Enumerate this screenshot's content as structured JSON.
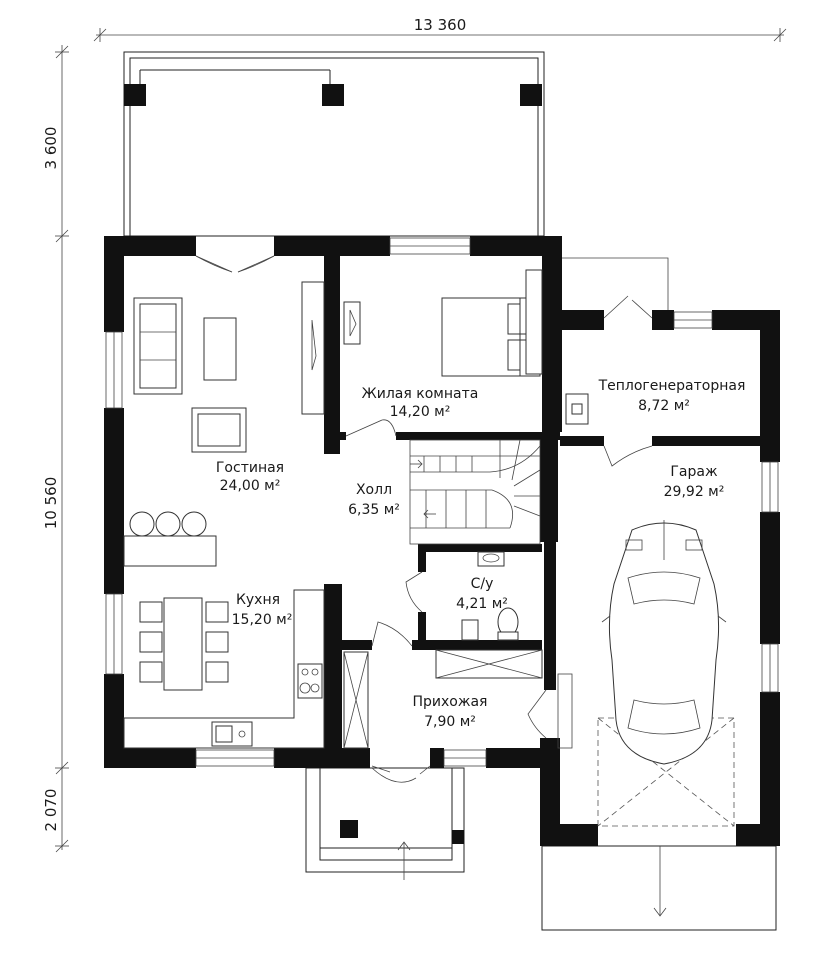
{
  "dimensions": {
    "top": "13 360",
    "left_top": "3 600",
    "left_middle": "10 560",
    "left_bottom": "2 070"
  },
  "rooms": [
    {
      "id": "living",
      "name": "Гостиная",
      "area": "24,00 м²"
    },
    {
      "id": "bedroom",
      "name": "Жилая комната",
      "area": "14,20 м²"
    },
    {
      "id": "boiler",
      "name": "Теплогенераторная",
      "area": "8,72 м²"
    },
    {
      "id": "hall",
      "name": "Холл",
      "area": "6,35 м²"
    },
    {
      "id": "garage",
      "name": "Гараж",
      "area": "29,92 м²"
    },
    {
      "id": "bathroom",
      "name": "С/у",
      "area": "4,21 м²"
    },
    {
      "id": "kitchen",
      "name": "Кухня",
      "area": "15,20 м²"
    },
    {
      "id": "entry",
      "name": "Прихожая",
      "area": "7,90 м²"
    }
  ]
}
